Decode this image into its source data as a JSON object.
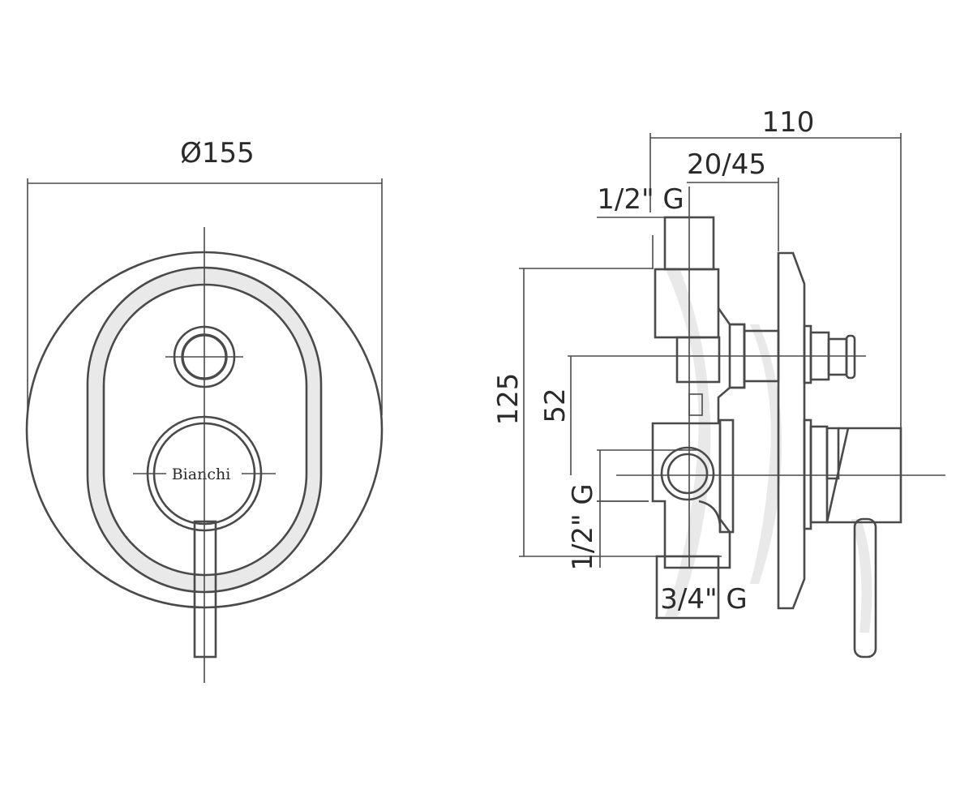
{
  "front_view": {
    "diameter_label": "Ø155",
    "brand_label": "Bianchi"
  },
  "side_view": {
    "depth_label": "110",
    "adjust_label": "20/45",
    "top_inlet_label": "1/2\" G",
    "height_label": "125",
    "center_distance_label": "52",
    "side_inlet_label": "1/2\" G",
    "bottom_outlet_label": "3/4\" G"
  },
  "colors": {
    "line": "#4a4a4a",
    "highlight": "#e9e9e9"
  }
}
